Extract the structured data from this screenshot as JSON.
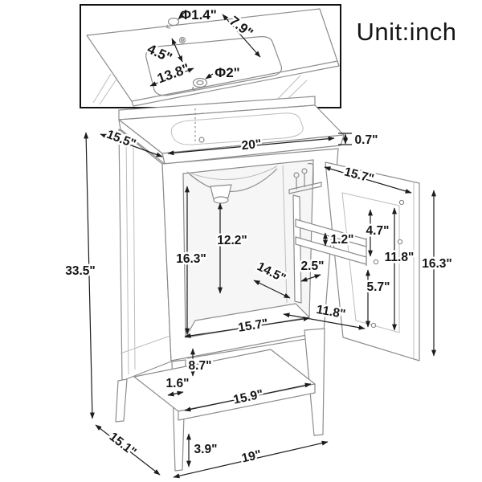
{
  "title": {
    "unit_label": "Unit:inch"
  },
  "inset": {
    "faucet_hole_dia": "Φ1.4\"",
    "basin_width": "7.9\"",
    "basin_depth": "4.5\"",
    "counter_cutout_length": "13.8\"",
    "drain_hole_dia": "Φ2\""
  },
  "dims": {
    "counter_depth": "15.5\"",
    "counter_width": "20\"",
    "counter_thickness": "0.7\"",
    "overall_height": "33.5\"",
    "door_width": "15.7\"",
    "door_height": "16.3\"",
    "door_panel_height": "11.8\"",
    "rack_top_gap": "4.7\"",
    "rack_rail_gap": "1.2\"",
    "rack_rail_depth": "2.5\"",
    "rack_bottom_gap": "5.7\"",
    "cabinet_inner_height": "16.3\"",
    "sink_to_floor": "12.2\"",
    "cabinet_inner_depth": "14.5\"",
    "cabinet_inner_width": "15.7\"",
    "door_swing_gap": "11.8\"",
    "shelf_gap_height": "8.7\"",
    "frame_thickness": "1.6\"",
    "shelf_width": "15.9\"",
    "base_depth": "15.1\"",
    "leg_height": "3.9\"",
    "base_width": "19\""
  }
}
